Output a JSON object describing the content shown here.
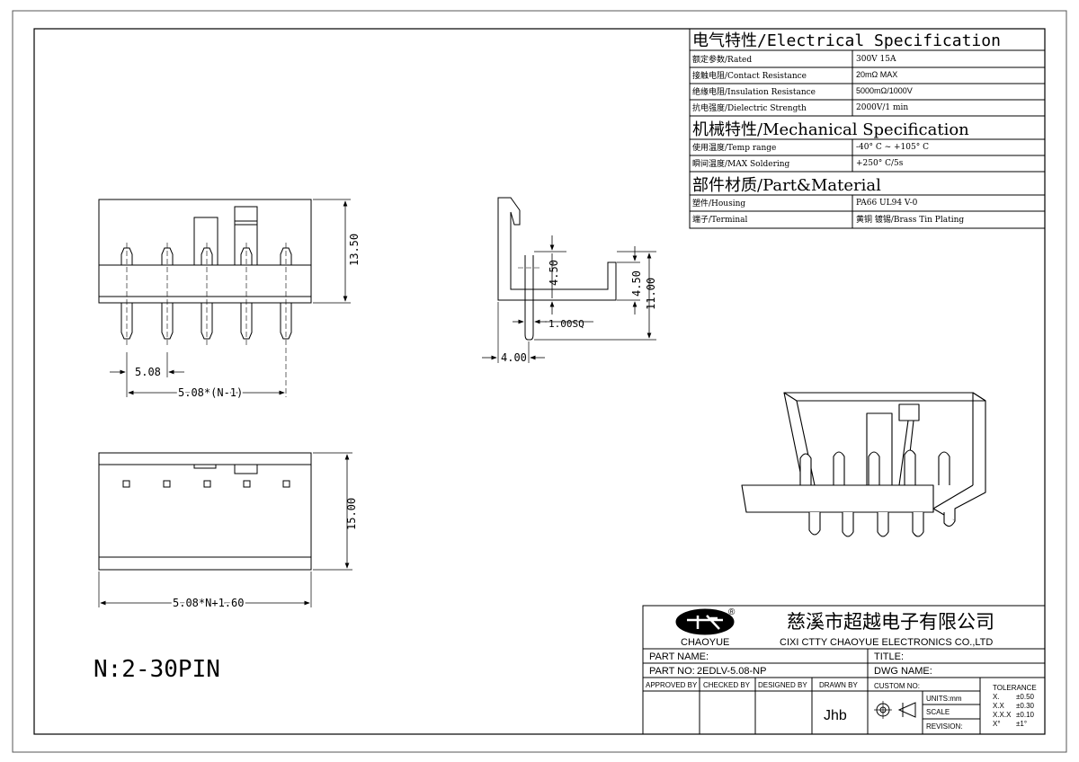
{
  "spec_table": {
    "electrical_title": "电气特性/Electrical Specification",
    "rows_electrical": [
      {
        "label": "额定参数/Rated",
        "value": "300V  15A"
      },
      {
        "label": "接触电阻/Contact Resistance",
        "value": "20mΩ MAX"
      },
      {
        "label": "绝缘电阻/Insulation Resistance",
        "value": "5000mΩ/1000V"
      },
      {
        "label": "抗电强度/Dielectric Strength",
        "value": "2000V/1 min"
      }
    ],
    "mechanical_title": "机械特性/Mechanical Specification",
    "rows_mechanical": [
      {
        "label": "使用温度/Temp range",
        "value": "-40° C ~ +105° C"
      },
      {
        "label": "瞬间温度/MAX Soldering",
        "value": "+250° C/5s"
      }
    ],
    "material_title": "部件材质/Part&Material",
    "rows_material": [
      {
        "label": "塑件/Housing",
        "value": "PA66 UL94 V-0"
      },
      {
        "label": "端子/Terminal",
        "value": "黄铜 镀锡/Brass Tin Plating"
      }
    ]
  },
  "dimensions": {
    "front_height": "13.50",
    "pitch": "5.08",
    "pitch_total": "5.08*(N-1)",
    "side_pin_height_a": "4.50",
    "side_pin_height_b": "4.50",
    "side_total_height": "11.00",
    "pin_square": "1.00SQ",
    "side_offset": "4.00",
    "bottom_height": "15.00",
    "bottom_width": "5.08*N+1.60"
  },
  "pin_range": "N:2-30PIN",
  "title_block": {
    "logo_text": "CHAOYUE",
    "logo_mark": "®",
    "company_cn": "慈溪市超越电子有限公司",
    "company_en": "CIXI CTTY CHAOYUE ELECTRONICS CO.,LTD",
    "part_name_label": "PART NAME:",
    "title_label": "TITLE:",
    "part_no_label": "PART NO:",
    "part_no_value": "2EDLV-5.08-NP",
    "dwg_name_label": "DWG NAME:",
    "approved_by": "APPROVED BY",
    "checked_by": "CHECKED BY",
    "designed_by": "DESIGNED BY",
    "drawn_by": "DRAWN BY",
    "drawn_by_value": "Jhb",
    "custom_no": "CUSTOM NO:",
    "units": "UNITS:mm",
    "scale": "SCALE",
    "revision": "REVISION:",
    "tolerance_title": "TOLERANCE",
    "tolerances": [
      {
        "k": "X.",
        "v": "±0.50"
      },
      {
        "k": "X.X",
        "v": "±0.30"
      },
      {
        "k": "X.X.X",
        "v": "±0.10"
      },
      {
        "k": "X°",
        "v": "±1°"
      }
    ]
  }
}
